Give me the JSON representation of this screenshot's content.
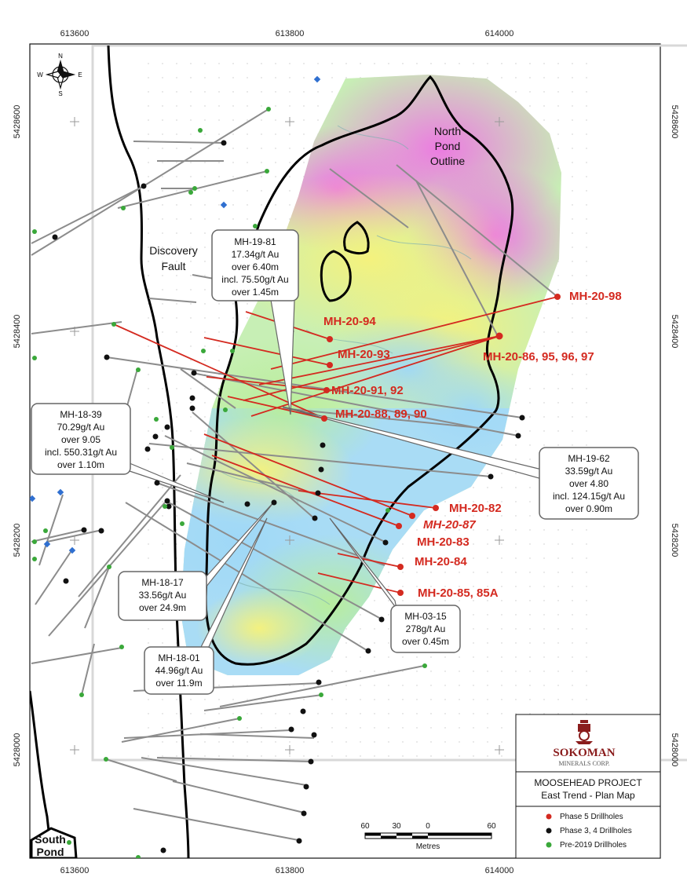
{
  "grid": {
    "easting_labels": [
      "613600",
      "613800",
      "614000"
    ],
    "northing_labels": [
      "5428600",
      "5428400",
      "5428200",
      "5428000"
    ]
  },
  "compass": {
    "n": "N",
    "s": "S",
    "e": "E",
    "w": "W"
  },
  "features": {
    "north_pond": [
      "North",
      "Pond",
      "Outline"
    ],
    "discovery_fault": [
      "Discovery",
      "Fault"
    ],
    "south_pond": [
      "South",
      "Pond"
    ]
  },
  "hole_labels": [
    {
      "id": "mh-20-98",
      "text": "MH-20-98"
    },
    {
      "id": "mh-20-94",
      "text": "MH-20-94"
    },
    {
      "id": "mh-20-93",
      "text": "MH-20-93"
    },
    {
      "id": "mh-20-86",
      "text": "MH-20-86, 95, 96, 97"
    },
    {
      "id": "mh-20-91",
      "text": "MH-20-91, 92"
    },
    {
      "id": "mh-20-88",
      "text": "MH-20-88, 89, 90"
    },
    {
      "id": "mh-20-82",
      "text": "MH-20-82"
    },
    {
      "id": "mh-20-87",
      "text": "MH-20-87"
    },
    {
      "id": "mh-20-83",
      "text": "MH-20-83"
    },
    {
      "id": "mh-20-84",
      "text": "MH-20-84"
    },
    {
      "id": "mh-20-85",
      "text": "MH-20-85, 85A"
    }
  ],
  "callouts": [
    {
      "id": "mh-19-81",
      "lines": [
        "MH-19-81",
        "17.34g/t Au",
        "over 6.40m",
        "incl. 75.50g/t Au",
        "over 1.45m"
      ]
    },
    {
      "id": "mh-18-39",
      "lines": [
        "MH-18-39",
        "70.29g/t Au",
        "over 9.05",
        "incl. 550.31g/t Au",
        "over 1.10m"
      ]
    },
    {
      "id": "mh-19-62",
      "lines": [
        "MH-19-62",
        "33.59g/t Au",
        "over 4.80",
        "incl. 124.15g/t Au",
        "over 0.90m"
      ]
    },
    {
      "id": "mh-18-17",
      "lines": [
        "MH-18-17",
        "33.56g/t Au",
        "over 24.9m"
      ]
    },
    {
      "id": "mh-03-15",
      "lines": [
        "MH-03-15",
        "278g/t Au",
        "over 0.45m"
      ]
    },
    {
      "id": "mh-18-01",
      "lines": [
        "MH-18-01",
        "44.96g/t Au",
        "over 11.9m"
      ]
    }
  ],
  "scale_bar": {
    "ticks": [
      "60",
      "30",
      "0",
      "60"
    ],
    "unit": "Metres"
  },
  "title_block": {
    "company": "SOKOMAN",
    "company_sub": "MINERALS CORP.",
    "project": "MOOSEHEAD PROJECT",
    "map_name": "East Trend - Plan Map"
  },
  "legend": [
    {
      "label": "Phase 5 Drillholes",
      "color": "#d42a20"
    },
    {
      "label": "Phase 3, 4 Drillholes",
      "color": "#111111"
    },
    {
      "label": "Pre-2019 Drillholes",
      "color": "#3aa83a"
    }
  ],
  "colors": {
    "phase5": "#d42a20",
    "phase34": "#111111",
    "pre2019": "#3aa83a",
    "trace_grey": "#8c8c8c",
    "brand": "#8a1c1c"
  }
}
